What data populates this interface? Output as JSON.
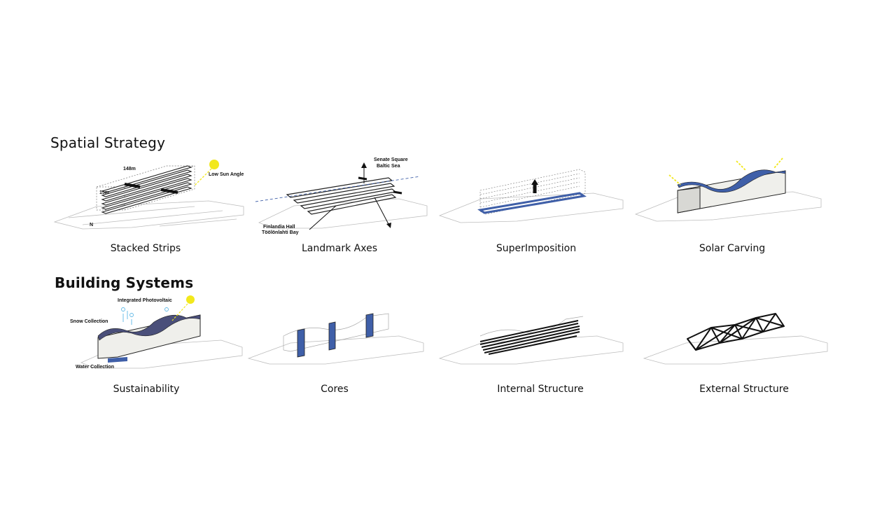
{
  "sections": [
    {
      "title": "Spatial Strategy",
      "items": [
        {
          "caption": "Stacked Strips",
          "labels": {
            "length": "148m",
            "height": "15m",
            "sun": "Low Sun Angle",
            "north": "N"
          }
        },
        {
          "caption": "Landmark Axes",
          "labels": {
            "axis1a": "Senate Square",
            "axis1b": "Baltic Sea",
            "axis2a": "Finlandia Hall",
            "axis2b": "Töölönlahti Bay"
          }
        },
        {
          "caption": "SuperImposition"
        },
        {
          "caption": "Solar Carving"
        }
      ]
    },
    {
      "title": "Building Systems",
      "items": [
        {
          "caption": "Sustainability",
          "labels": {
            "pv": "Integrated Photovoltaic",
            "snow": "Snow Collection",
            "water": "Water Collection"
          }
        },
        {
          "caption": "Cores"
        },
        {
          "caption": "Internal Structure"
        },
        {
          "caption": "External Structure"
        }
      ]
    }
  ],
  "colors": {
    "accent_blue": "#3f5fa8",
    "sun_yellow": "#f2e81c",
    "line": "#222222",
    "site": "#bdbdbd",
    "ice": "#5fb8e6"
  }
}
